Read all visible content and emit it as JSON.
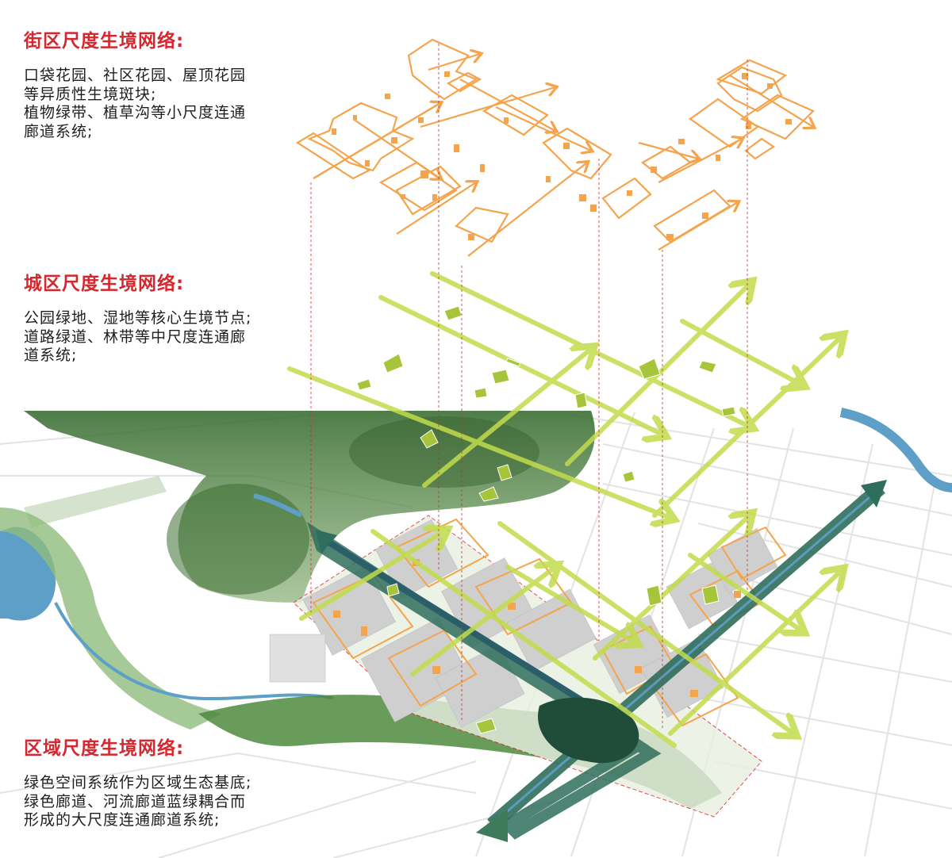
{
  "sections": {
    "street": {
      "title": "街区尺度生境网络:",
      "lines": [
        "口袋花园、社区花园、屋顶花园",
        "等异质性生境斑块;",
        "植物绿带、植草沟等小尺度连通",
        "廊道系统;"
      ]
    },
    "city": {
      "title": "城区尺度生境网络:",
      "lines": [
        "公园绿地、湿地等核心生境节点;",
        "道路绿道、林带等中尺度连通廊",
        "道系统;"
      ]
    },
    "region": {
      "title": "区域尺度生境网络:",
      "lines": [
        "绿色空间系统作为区域生态基底;",
        "绿色廊道、河流廊道蓝绿耦合而",
        "形成的大尺度连通廊道系统;"
      ]
    }
  },
  "colors": {
    "heading": "#d6262e",
    "street_network": "#f4a44c",
    "city_network": "#c2dc4c",
    "region_forest": "#4f8a3e",
    "river_corridor": "#2f6e5c",
    "water": "#5e9fc8",
    "guide_line": "#d6262e"
  }
}
